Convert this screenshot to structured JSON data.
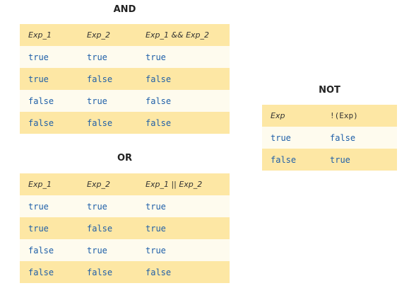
{
  "and_table": {
    "title": "AND",
    "headers": [
      "Exp_1",
      "Exp_2",
      "Exp_1 && Exp_2"
    ],
    "rows": [
      [
        "true",
        "true",
        "true"
      ],
      [
        "true",
        "false",
        "false"
      ],
      [
        "false",
        "true",
        "false"
      ],
      [
        "false",
        "false",
        "false"
      ]
    ]
  },
  "or_table": {
    "title": "OR",
    "headers": [
      "Exp_1",
      "Exp_2",
      "Exp_1 || Exp_2"
    ],
    "rows": [
      [
        "true",
        "true",
        "true"
      ],
      [
        "true",
        "false",
        "true"
      ],
      [
        "false",
        "true",
        "true"
      ],
      [
        "false",
        "false",
        "false"
      ]
    ]
  },
  "not_table": {
    "title": "NOT",
    "headers": [
      "Exp",
      "!(Exp)"
    ],
    "rows": [
      [
        "true",
        "false"
      ],
      [
        "false",
        "true"
      ]
    ]
  },
  "colors": {
    "band": "#fde7a4",
    "light": "#fefbee",
    "value_text": "#1f5fa8"
  }
}
